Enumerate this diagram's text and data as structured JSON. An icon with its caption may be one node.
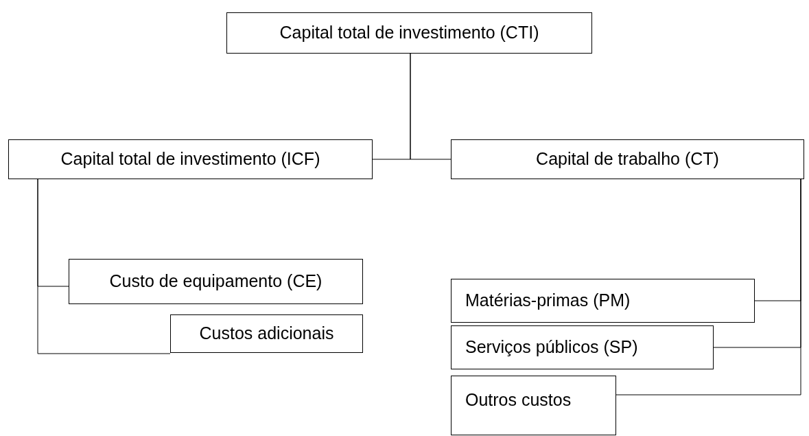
{
  "diagram": {
    "nodes": [
      {
        "text": [
          "Capital total de investimento (CTI)"
        ]
      },
      {
        "text": [
          "Capital total de investimento (ICF)"
        ]
      },
      {
        "text": [
          "Capital de trabalho (CT)"
        ]
      },
      {
        "text": [
          "Custo de equipamento (CE)"
        ]
      },
      {
        "text": [
          "Custos adicionais"
        ]
      },
      {
        "text": [
          "Matérias-primas (PM)"
        ]
      },
      {
        "text": [
          "Serviços públicos (SP)"
        ]
      },
      {
        "text": [
          "Outros custos"
        ]
      }
    ],
    "edges": [
      {
        "from": 0,
        "to": 1,
        "arrow": "none"
      },
      {
        "from": 0,
        "to": 2,
        "arrow": "none"
      },
      {
        "from": 1,
        "to": 3,
        "arrow": "none"
      },
      {
        "from": 1,
        "to": 4,
        "arrow": "none"
      },
      {
        "from": 2,
        "to": 5,
        "arrow": "none"
      },
      {
        "from": 2,
        "to": 6,
        "arrow": "none"
      },
      {
        "from": 2,
        "to": 7,
        "arrow": "none"
      }
    ]
  }
}
